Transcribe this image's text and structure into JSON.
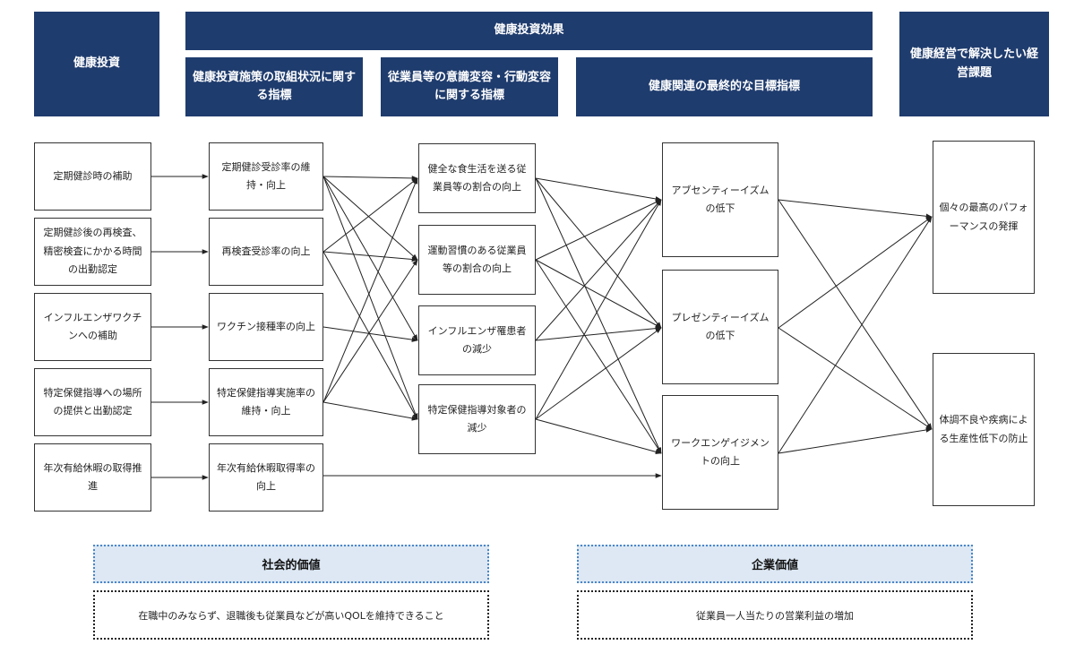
{
  "headers": {
    "investment": "健康投資",
    "effect": "健康投資効果",
    "policy_indicators": "健康投資施策の取組状況に関する指標",
    "awareness_indicators": "従業員等の意識変容・行動変容に関する指標",
    "final_indicators": "健康関連の最終的な目標指標",
    "issues": "健康経営で解決したい経営課題"
  },
  "investments": [
    "定期健診時の補助",
    "定期健診後の再検査、精密検査にかかる時間の出勤認定",
    "インフルエンザワクチンへの補助",
    "特定保健指導への場所の提供と出勤認定",
    "年次有給休暇の取得推進"
  ],
  "policy": [
    "定期健診受診率の維持・向上",
    "再検査受診率の向上",
    "ワクチン接種率の向上",
    "特定保健指導実施率の維持・向上",
    "年次有給休暇取得率の向上"
  ],
  "awareness": [
    "健全な食生活を送る従業員等の割合の向上",
    "運動習慣のある従業員等の割合の向上",
    "インフルエンザ罹患者の減少",
    "特定保健指導対象者の減少"
  ],
  "final": [
    "アブセンティーイズムの低下",
    "プレゼンティーイズムの低下",
    "ワークエンゲイジメントの向上"
  ],
  "issues": [
    "個々の最高のパフォーマンスの発揮",
    "体調不良や疾病による生産性低下の防止"
  ],
  "social_value": {
    "title": "社会的価値",
    "body": "在職中のみならず、退職後も従業員などが高いQOLを維持できること"
  },
  "corporate_value": {
    "title": "企業価値",
    "body": "従業員一人当たりの営業利益の増加"
  }
}
